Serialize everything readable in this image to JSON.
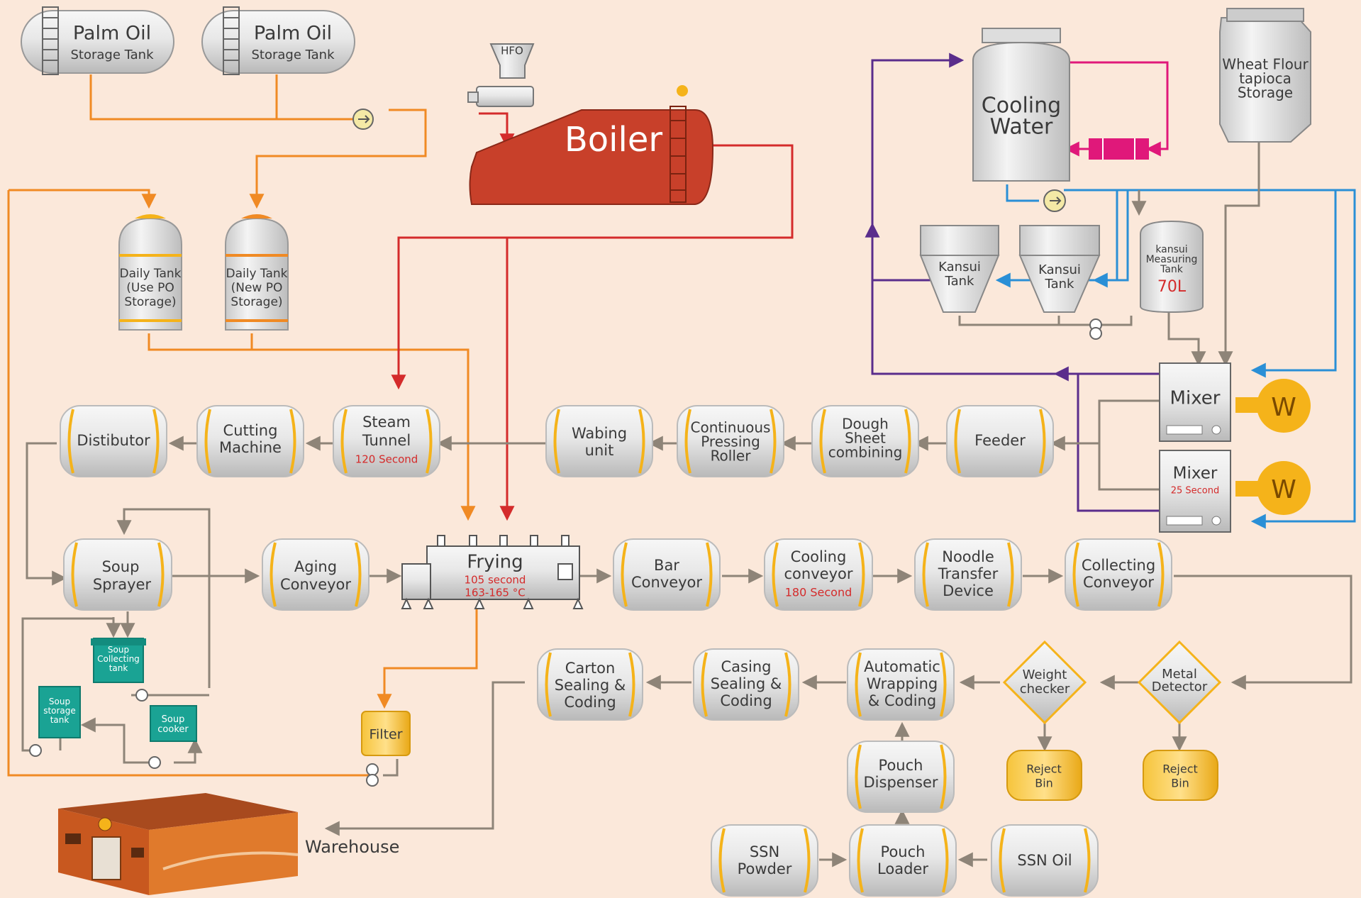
{
  "tanks": {
    "palm1": {
      "line1": "Palm Oil",
      "line2": "Storage Tank"
    },
    "palm2": {
      "line1": "Palm Oil",
      "line2": "Storage Tank"
    },
    "daily1": {
      "line1": "Daily Tank",
      "line2": "(Use PO",
      "line3": "Storage)"
    },
    "daily2": {
      "line1": "Daily Tank",
      "line2": "(New PO",
      "line3": "Storage)"
    },
    "hfo": "HFO",
    "boiler": "Boiler",
    "cooling_water": {
      "line1": "Cooling",
      "line2": "Water"
    },
    "wheat": {
      "line1": "Wheat Flour",
      "line2": "tapioca",
      "line3": "Storage"
    },
    "kansui1": {
      "line1": "Kansui",
      "line2": "Tank"
    },
    "kansui2": {
      "line1": "Kansui",
      "line2": "Tank"
    },
    "kansui_measure": {
      "line1": "kansui",
      "line2": "Measuring",
      "line3": "Tank",
      "vol": "70L"
    }
  },
  "mixers": {
    "m1": {
      "label": "Mixer"
    },
    "m2": {
      "label": "Mixer",
      "note": "25 Second"
    },
    "motor": "W"
  },
  "row1": {
    "distributor": "Distibutor",
    "cutting": {
      "line1": "Cutting",
      "line2": "Machine"
    },
    "steam": {
      "line1": "Steam",
      "line2": "Tunnel",
      "note": "120 Second"
    },
    "wabing": {
      "line1": "Wabing",
      "line2": "unit"
    },
    "roller": {
      "line1": "Continuous",
      "line2": "Pressing",
      "line3": "Roller"
    },
    "dough": {
      "line1": "Dough",
      "line2": "Sheet",
      "line3": "combining"
    },
    "feeder": "Feeder"
  },
  "row2": {
    "soup_sprayer": {
      "line1": "Soup",
      "line2": "Sprayer"
    },
    "aging": {
      "line1": "Aging",
      "line2": "Conveyor"
    },
    "frying": {
      "label": "Frying",
      "note1": "105 second",
      "note2": "163-165 °C"
    },
    "bar": {
      "line1": "Bar",
      "line2": "Conveyor"
    },
    "cooling_conv": {
      "line1": "Cooling",
      "line2": "conveyor",
      "note": "180 Second"
    },
    "noodle": {
      "line1": "Noodle",
      "line2": "Transfer",
      "line3": "Device"
    },
    "collecting": {
      "line1": "Collecting",
      "line2": "Conveyor"
    }
  },
  "soup": {
    "collecting": {
      "line1": "Soup",
      "line2": "Collecting",
      "line3": "tank"
    },
    "storage": {
      "line1": "Soup",
      "line2": "storage",
      "line3": "tank"
    },
    "cooker": {
      "line1": "Soup",
      "line2": "cooker"
    }
  },
  "filter": "Filter",
  "row3": {
    "carton": {
      "line1": "Carton",
      "line2": "Sealing &",
      "line3": "Coding"
    },
    "casing": {
      "line1": "Casing",
      "line2": "Sealing &",
      "line3": "Coding"
    },
    "auto": {
      "line1": "Automatic",
      "line2": "Wrapping",
      "line3": "& Coding"
    },
    "weight": {
      "line1": "Weight",
      "line2": "checker"
    },
    "metal": {
      "line1": "Metal",
      "line2": "Detector"
    },
    "reject1": {
      "line1": "Reject",
      "line2": "Bin"
    },
    "reject2": {
      "line1": "Reject",
      "line2": "Bin"
    }
  },
  "row4": {
    "pouch_disp": {
      "line1": "Pouch",
      "line2": "Dispenser"
    },
    "ssn_powder": {
      "line1": "SSN",
      "line2": "Powder"
    },
    "pouch_loader": {
      "line1": "Pouch",
      "line2": "Loader"
    },
    "ssn_oil": "SSN Oil"
  },
  "warehouse": "Warehouse",
  "colors": {
    "background": "#fbe8da",
    "oil_line": "#f08a24",
    "steam_line": "#d42b2b",
    "flow_line": "#8e8478",
    "water_line": "#2a8fd6",
    "purple_line": "#5a2d8c",
    "magenta_line": "#e0187a",
    "accent_yellow": "#f5b31a",
    "boiler": "#c8402a",
    "soup_teal": "#1aa394",
    "equipment_grey": "#e3e3e3"
  }
}
